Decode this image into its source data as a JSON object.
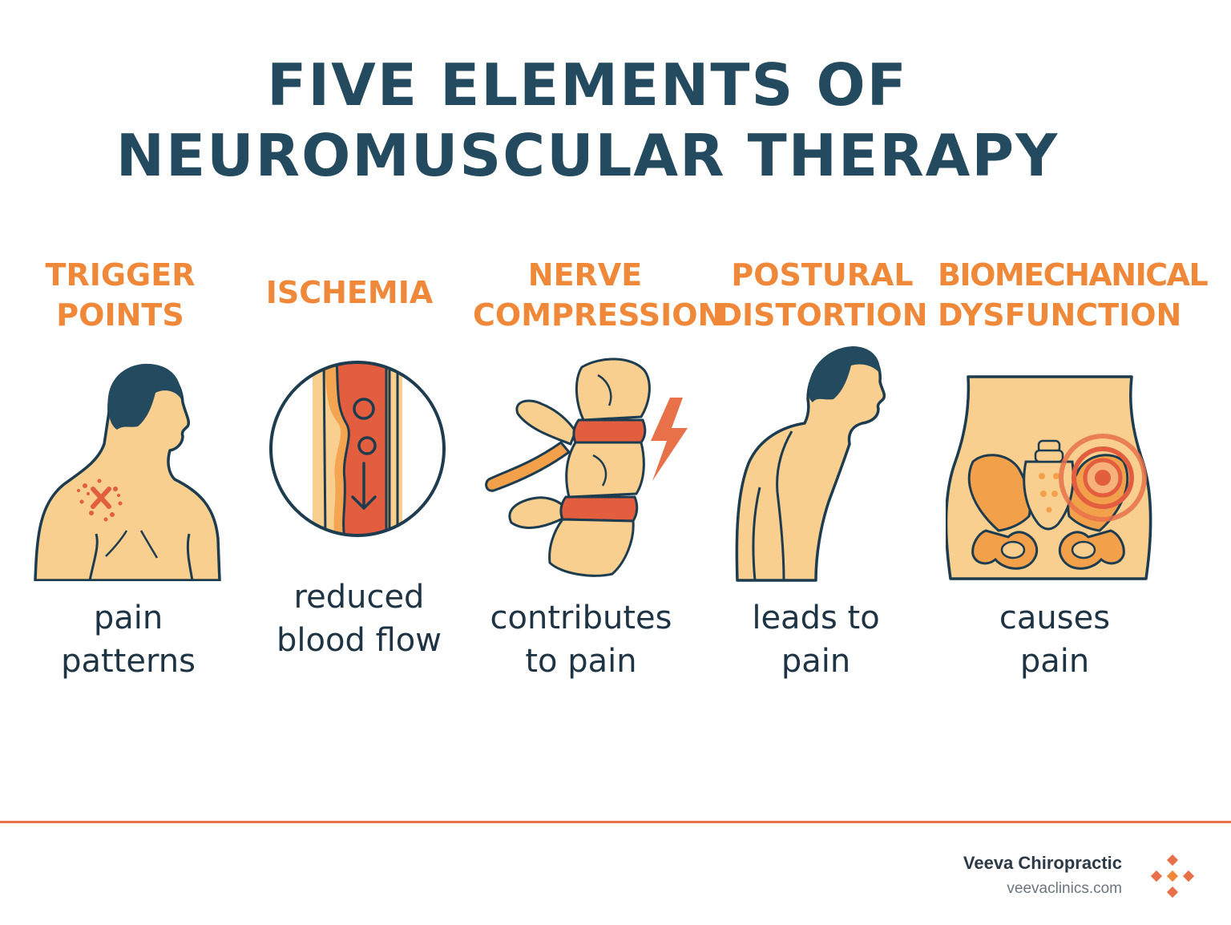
{
  "title": {
    "line1": "FIVE ELEMENTS OF",
    "line2": "NEUROMUSCULAR THERAPY"
  },
  "elements": [
    {
      "title_line1": "TRIGGER",
      "title_line2": "POINTS",
      "desc_line1": "pain",
      "desc_line2": "patterns",
      "icon": "shoulder-trigger-point-icon"
    },
    {
      "title_line1": "ISCHEMIA",
      "title_line2": "",
      "desc_line1": "reduced",
      "desc_line2": "blood flow",
      "icon": "blood-vessel-icon"
    },
    {
      "title_line1": "NERVE",
      "title_line2": "COMPRESSION",
      "desc_line1": "contributes",
      "desc_line2": "to pain",
      "icon": "spine-nerve-icon"
    },
    {
      "title_line1": "POSTURAL",
      "title_line2": "DISTORTION",
      "desc_line1": "leads to",
      "desc_line2": "pain",
      "icon": "slouched-posture-icon"
    },
    {
      "title_line1": "BIOMECHANICAL",
      "title_line2": "DYSFUNCTION",
      "desc_line1": "causes",
      "desc_line2": "pain",
      "icon": "pelvis-target-icon"
    }
  ],
  "brand": {
    "name": "Veeva Chiropractic",
    "url": "veevaclinics.com",
    "logo_icon": "diamond-logo-icon"
  },
  "colors": {
    "title": "#234a5e",
    "accent_orange": "#f0883a",
    "red": "#e35d3f",
    "skin": "#f9cf8f",
    "outline": "#1d3c4f"
  }
}
